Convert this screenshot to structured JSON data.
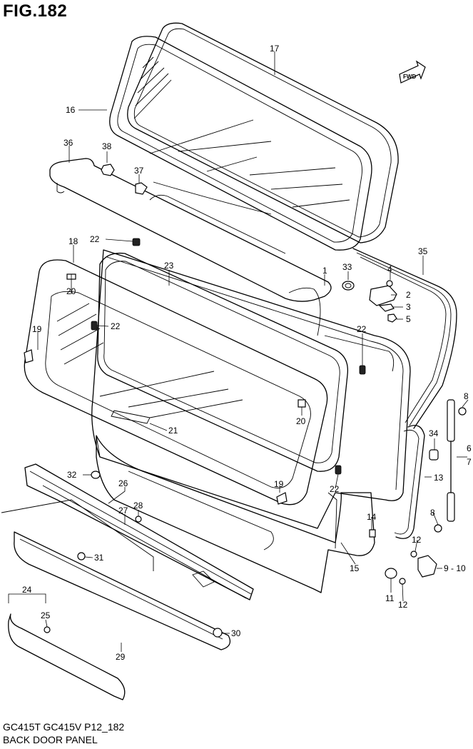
{
  "figure": {
    "title": "FIG.182",
    "model_line": "GC415T GC415V P12_182",
    "name": "BACK DOOR PANEL",
    "direction_label": "FWD"
  },
  "callouts": {
    "c1": "1",
    "c2": "2",
    "c3": "3",
    "c4": "4",
    "c5": "5",
    "c67a": "6",
    "c67b": "7",
    "c8a": "8",
    "c8b": "8",
    "c910": "9 - 10",
    "c11": "11",
    "c12a": "12",
    "c12b": "12",
    "c13": "13",
    "c14": "14",
    "c15": "15",
    "c16": "16",
    "c17": "17",
    "c18": "18",
    "c19a": "19",
    "c19b": "19",
    "c20a": "20",
    "c20b": "20",
    "c21": "21",
    "c22a": "22",
    "c22b": "22",
    "c22c": "22",
    "c22d": "22",
    "c23": "23",
    "c24": "24",
    "c25": "25",
    "c26": "26",
    "c27": "27",
    "c28": "28",
    "c29": "29",
    "c30": "30",
    "c31": "31",
    "c32": "32",
    "c33": "33",
    "c34": "34",
    "c35": "35",
    "c36": "36",
    "c37": "37",
    "c38": "38"
  }
}
